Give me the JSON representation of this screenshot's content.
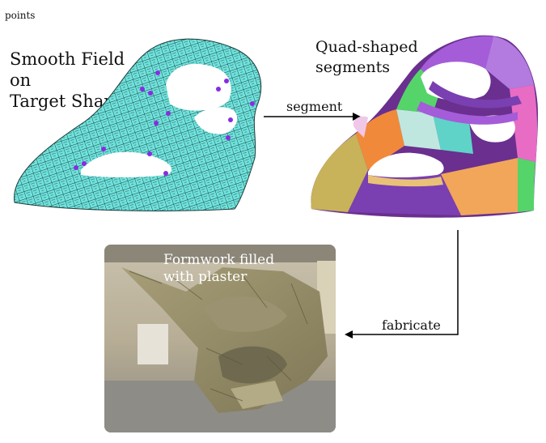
{
  "corner_label": "points",
  "panels": {
    "smooth_field": {
      "title": "Smooth Field on\nTarget Shape"
    },
    "quad_segments": {
      "title": "Quad-shaped\nsegments"
    },
    "formwork_photo": {
      "caption": "Formwork filled\nwith plaster"
    }
  },
  "arrows": {
    "segment_label": "segment",
    "fabricate_label": "fabricate"
  },
  "colors": {
    "mesh_fill": "#6fe3dd",
    "mesh_line": "#1d3b3a",
    "feature_point": "#8a2be2",
    "plaster": "#9c9470"
  },
  "segment_colors": [
    "#a45cd9",
    "#d4b7a0",
    "#6a2f8f",
    "#55d46a",
    "#f08a3a",
    "#bfe7e0",
    "#5fd3c8",
    "#b9d95a",
    "#e9c277",
    "#7a3fb0",
    "#c8b25a",
    "#f2a65a",
    "#e86cc4"
  ]
}
